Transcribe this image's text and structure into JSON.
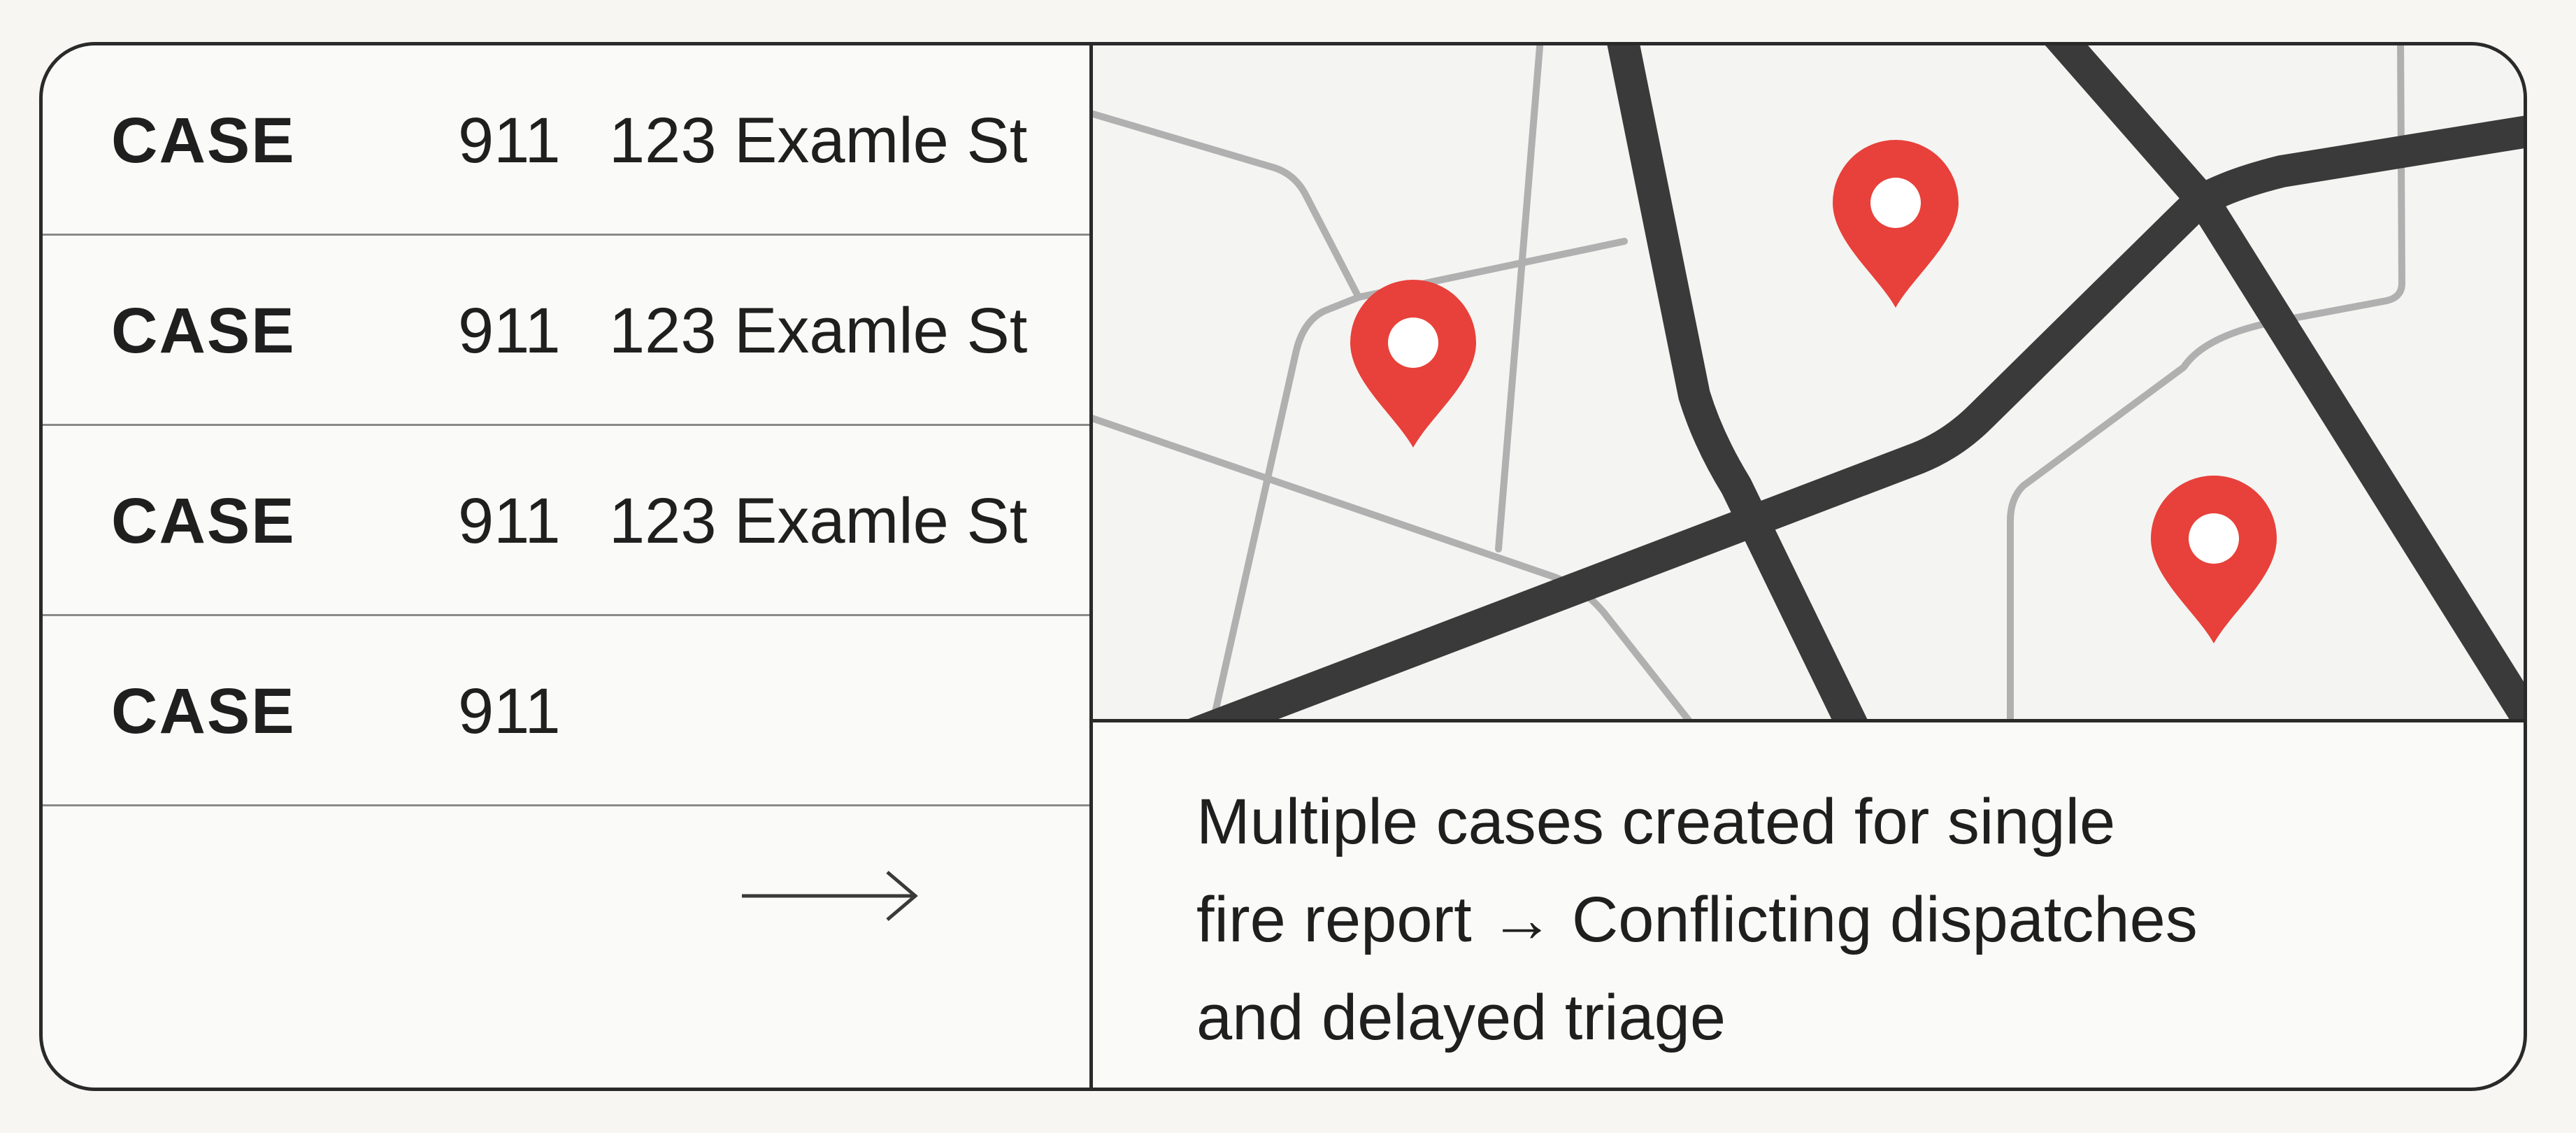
{
  "cases": [
    {
      "label": "CASE",
      "number": "911",
      "address": "123 Examle St"
    },
    {
      "label": "CASE",
      "number": "911",
      "address": "123 Examle St"
    },
    {
      "label": "CASE",
      "number": "911",
      "address": "123 Examle St"
    },
    {
      "label": "CASE",
      "number": "911",
      "address": ""
    }
  ],
  "caption": {
    "line1": "Multiple cases created for single",
    "line2": "fire report → Conflicting dispatches",
    "line3": "and delayed triage"
  },
  "colors": {
    "pin": "#e8403a",
    "major_road": "#3a3a3a",
    "minor_road": "#b0b0b0",
    "border": "#2a2a2a"
  },
  "icons": {
    "arrow": "arrow-right-icon",
    "pin": "map-pin-icon"
  }
}
